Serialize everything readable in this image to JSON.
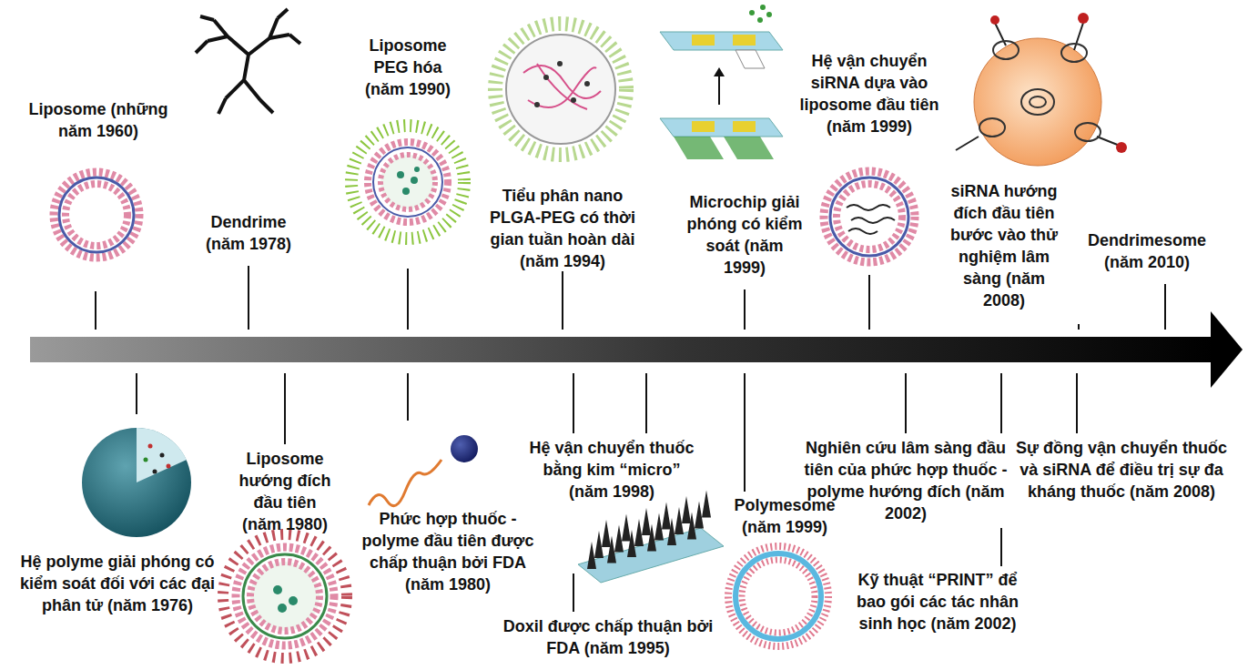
{
  "diagram": {
    "labels": [
      "Liposome (những năm 1960)",
      "Dendrime (năm 1978)",
      "Liposome PEG hóa (năm 1990)",
      "Tiểu phân nano PLGA-PEG có thời gian tuần hoàn dài (năm 1994)",
      "Microchip giải phóng có kiểm soát (năm 1999)",
      "Hệ vận chuyển siRNA dựa vào liposome đầu tiên (năm 1999)",
      "siRNA hướng đích đầu tiên bước vào thử nghiệm lâm sàng (năm 2008)",
      "Dendrimesome (năm 2010)",
      "Hệ polyme giải phóng có kiểm soát đối với các đại phân tử (năm 1976)",
      "Liposome hướng đích đầu tiên (năm 1980)",
      "Phức hợp thuốc - polyme đầu tiên được chấp thuận bởi FDA (năm 1980)",
      "Hệ vận chuyển thuốc bằng kim “micro” (năm 1998)",
      "Polymesome (năm 1999)",
      "Doxil được chấp thuận bởi FDA (năm 1995)",
      "Nghiên cứu lâm sàng đầu tiên của phức hợp thuốc - polyme hướng đích (năm 2002)",
      "Kỹ thuật “PRINT” để bao gói các tác nhân sinh học (năm 2002)",
      "Sự đồng vận chuyển thuốc và siRNA để điều trị sự đa kháng thuốc (năm 2008)"
    ]
  }
}
